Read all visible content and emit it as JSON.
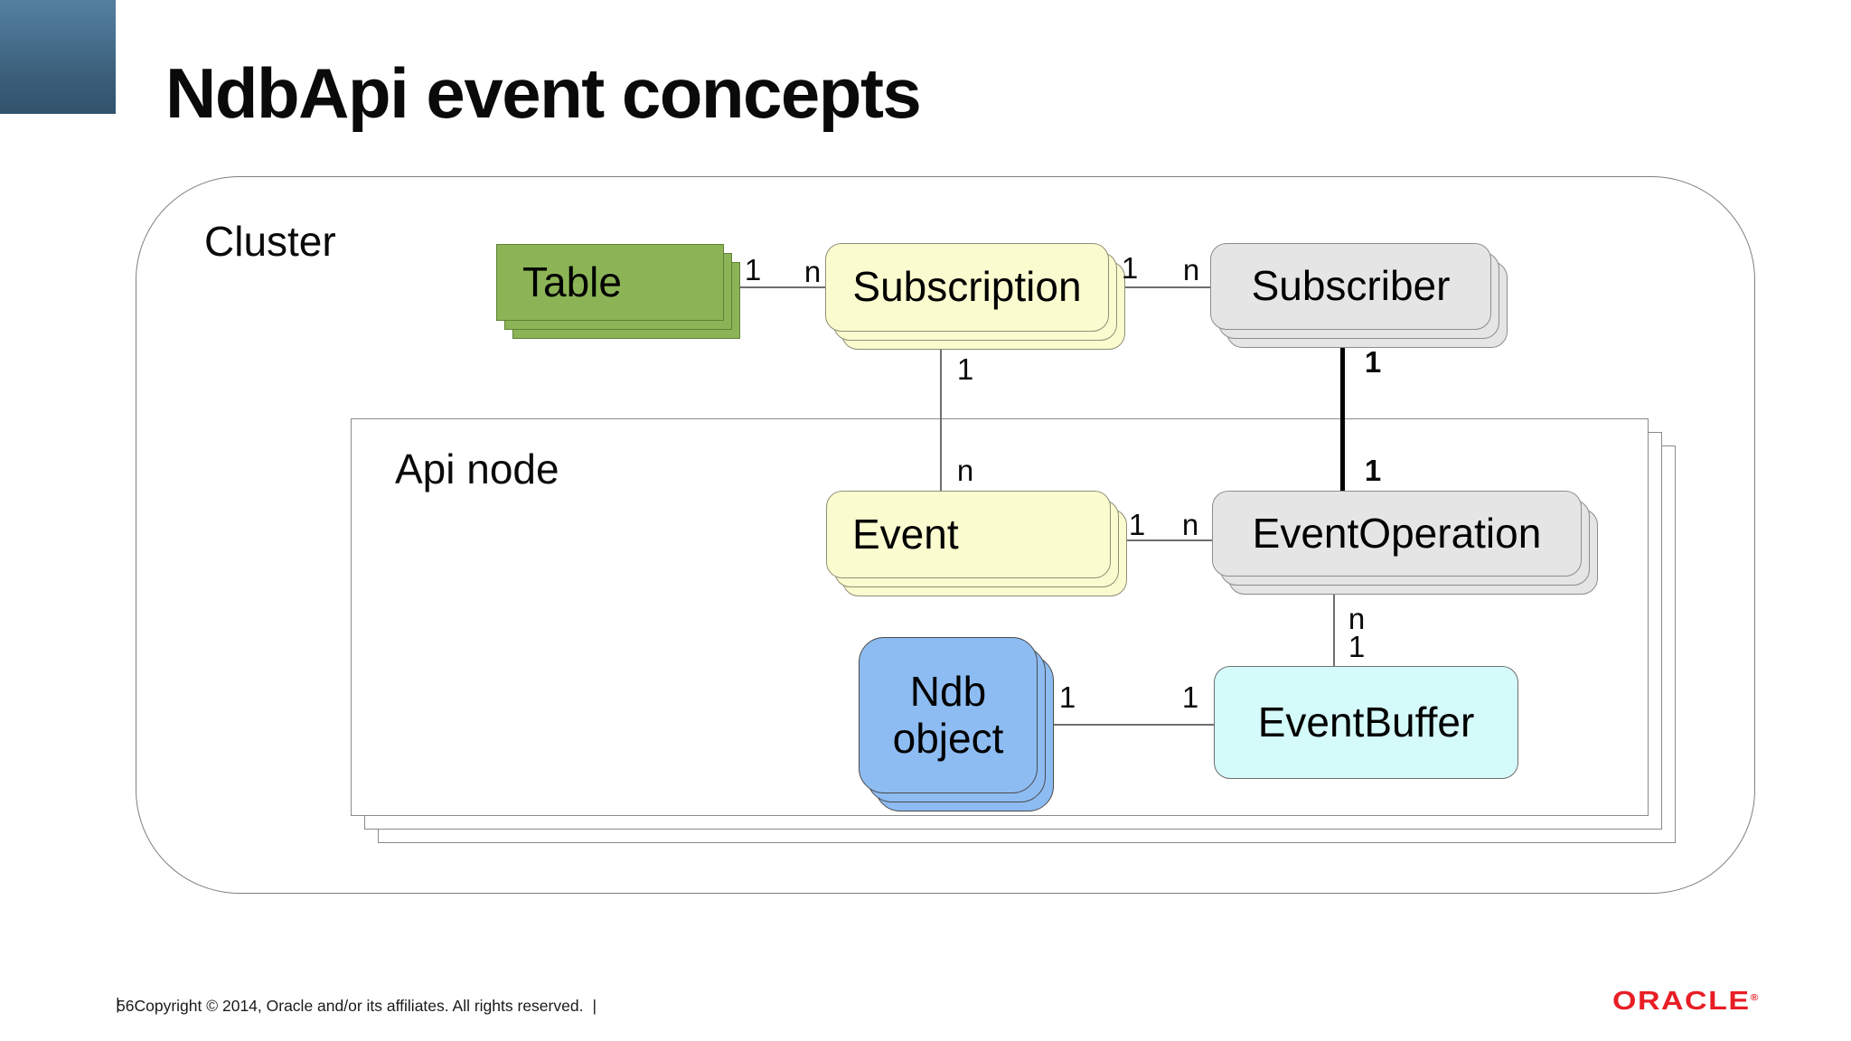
{
  "slide": {
    "title": "NdbApi event concepts",
    "footer": {
      "page_number": "56",
      "copyright": "Copyright © 2014, Oracle and/or its affiliates. All rights reserved.",
      "separator": "|"
    },
    "brand": {
      "logo_text": "ORACLE",
      "registered_mark": "®",
      "logo_color": "#e81e25"
    },
    "accent_square_colors": [
      "#55809e",
      "#32526c"
    ]
  },
  "diagram": {
    "containers": [
      {
        "id": "cluster",
        "label": "Cluster"
      },
      {
        "id": "api-node",
        "label": "Api node"
      }
    ],
    "nodes": [
      {
        "id": "table",
        "label": "Table",
        "fill": "#8cb457",
        "shape": "rectangle",
        "stacked": true
      },
      {
        "id": "subscription",
        "label": "Subscription",
        "fill": "#fbfbd0",
        "shape": "rounded",
        "stacked": true
      },
      {
        "id": "subscriber",
        "label": "Subscriber",
        "fill": "#e5e5e5",
        "shape": "rounded",
        "stacked": true
      },
      {
        "id": "event",
        "label": "Event",
        "fill": "#fbfbd0",
        "shape": "rounded",
        "stacked": true
      },
      {
        "id": "eventoperation",
        "label": "EventOperation",
        "fill": "#e5e5e5",
        "shape": "rounded",
        "stacked": true
      },
      {
        "id": "ndb-object",
        "label": "Ndb object",
        "fill": "#8dbcf2",
        "shape": "rounded",
        "stacked": true
      },
      {
        "id": "eventbuffer",
        "label": "EventBuffer",
        "fill": "#d5fafa",
        "shape": "rounded",
        "stacked": false
      }
    ],
    "edges": [
      {
        "from": "table",
        "to": "subscription",
        "source_label": "1",
        "target_label": "n",
        "style": "thin"
      },
      {
        "from": "subscription",
        "to": "subscriber",
        "source_label": "1",
        "target_label": "n",
        "style": "thin"
      },
      {
        "from": "subscription",
        "to": "event",
        "source_label": "1",
        "target_label": "n",
        "style": "thin"
      },
      {
        "from": "subscriber",
        "to": "eventoperation",
        "source_label": "1",
        "target_label": "1",
        "style": "thick"
      },
      {
        "from": "event",
        "to": "eventoperation",
        "source_label": "1",
        "target_label": "n",
        "style": "thin"
      },
      {
        "from": "eventoperation",
        "to": "eventbuffer",
        "source_label": "n",
        "target_label": "1",
        "style": "thin"
      },
      {
        "from": "ndb-object",
        "to": "eventbuffer",
        "source_label": "1",
        "target_label": "1",
        "style": "thin"
      }
    ]
  }
}
